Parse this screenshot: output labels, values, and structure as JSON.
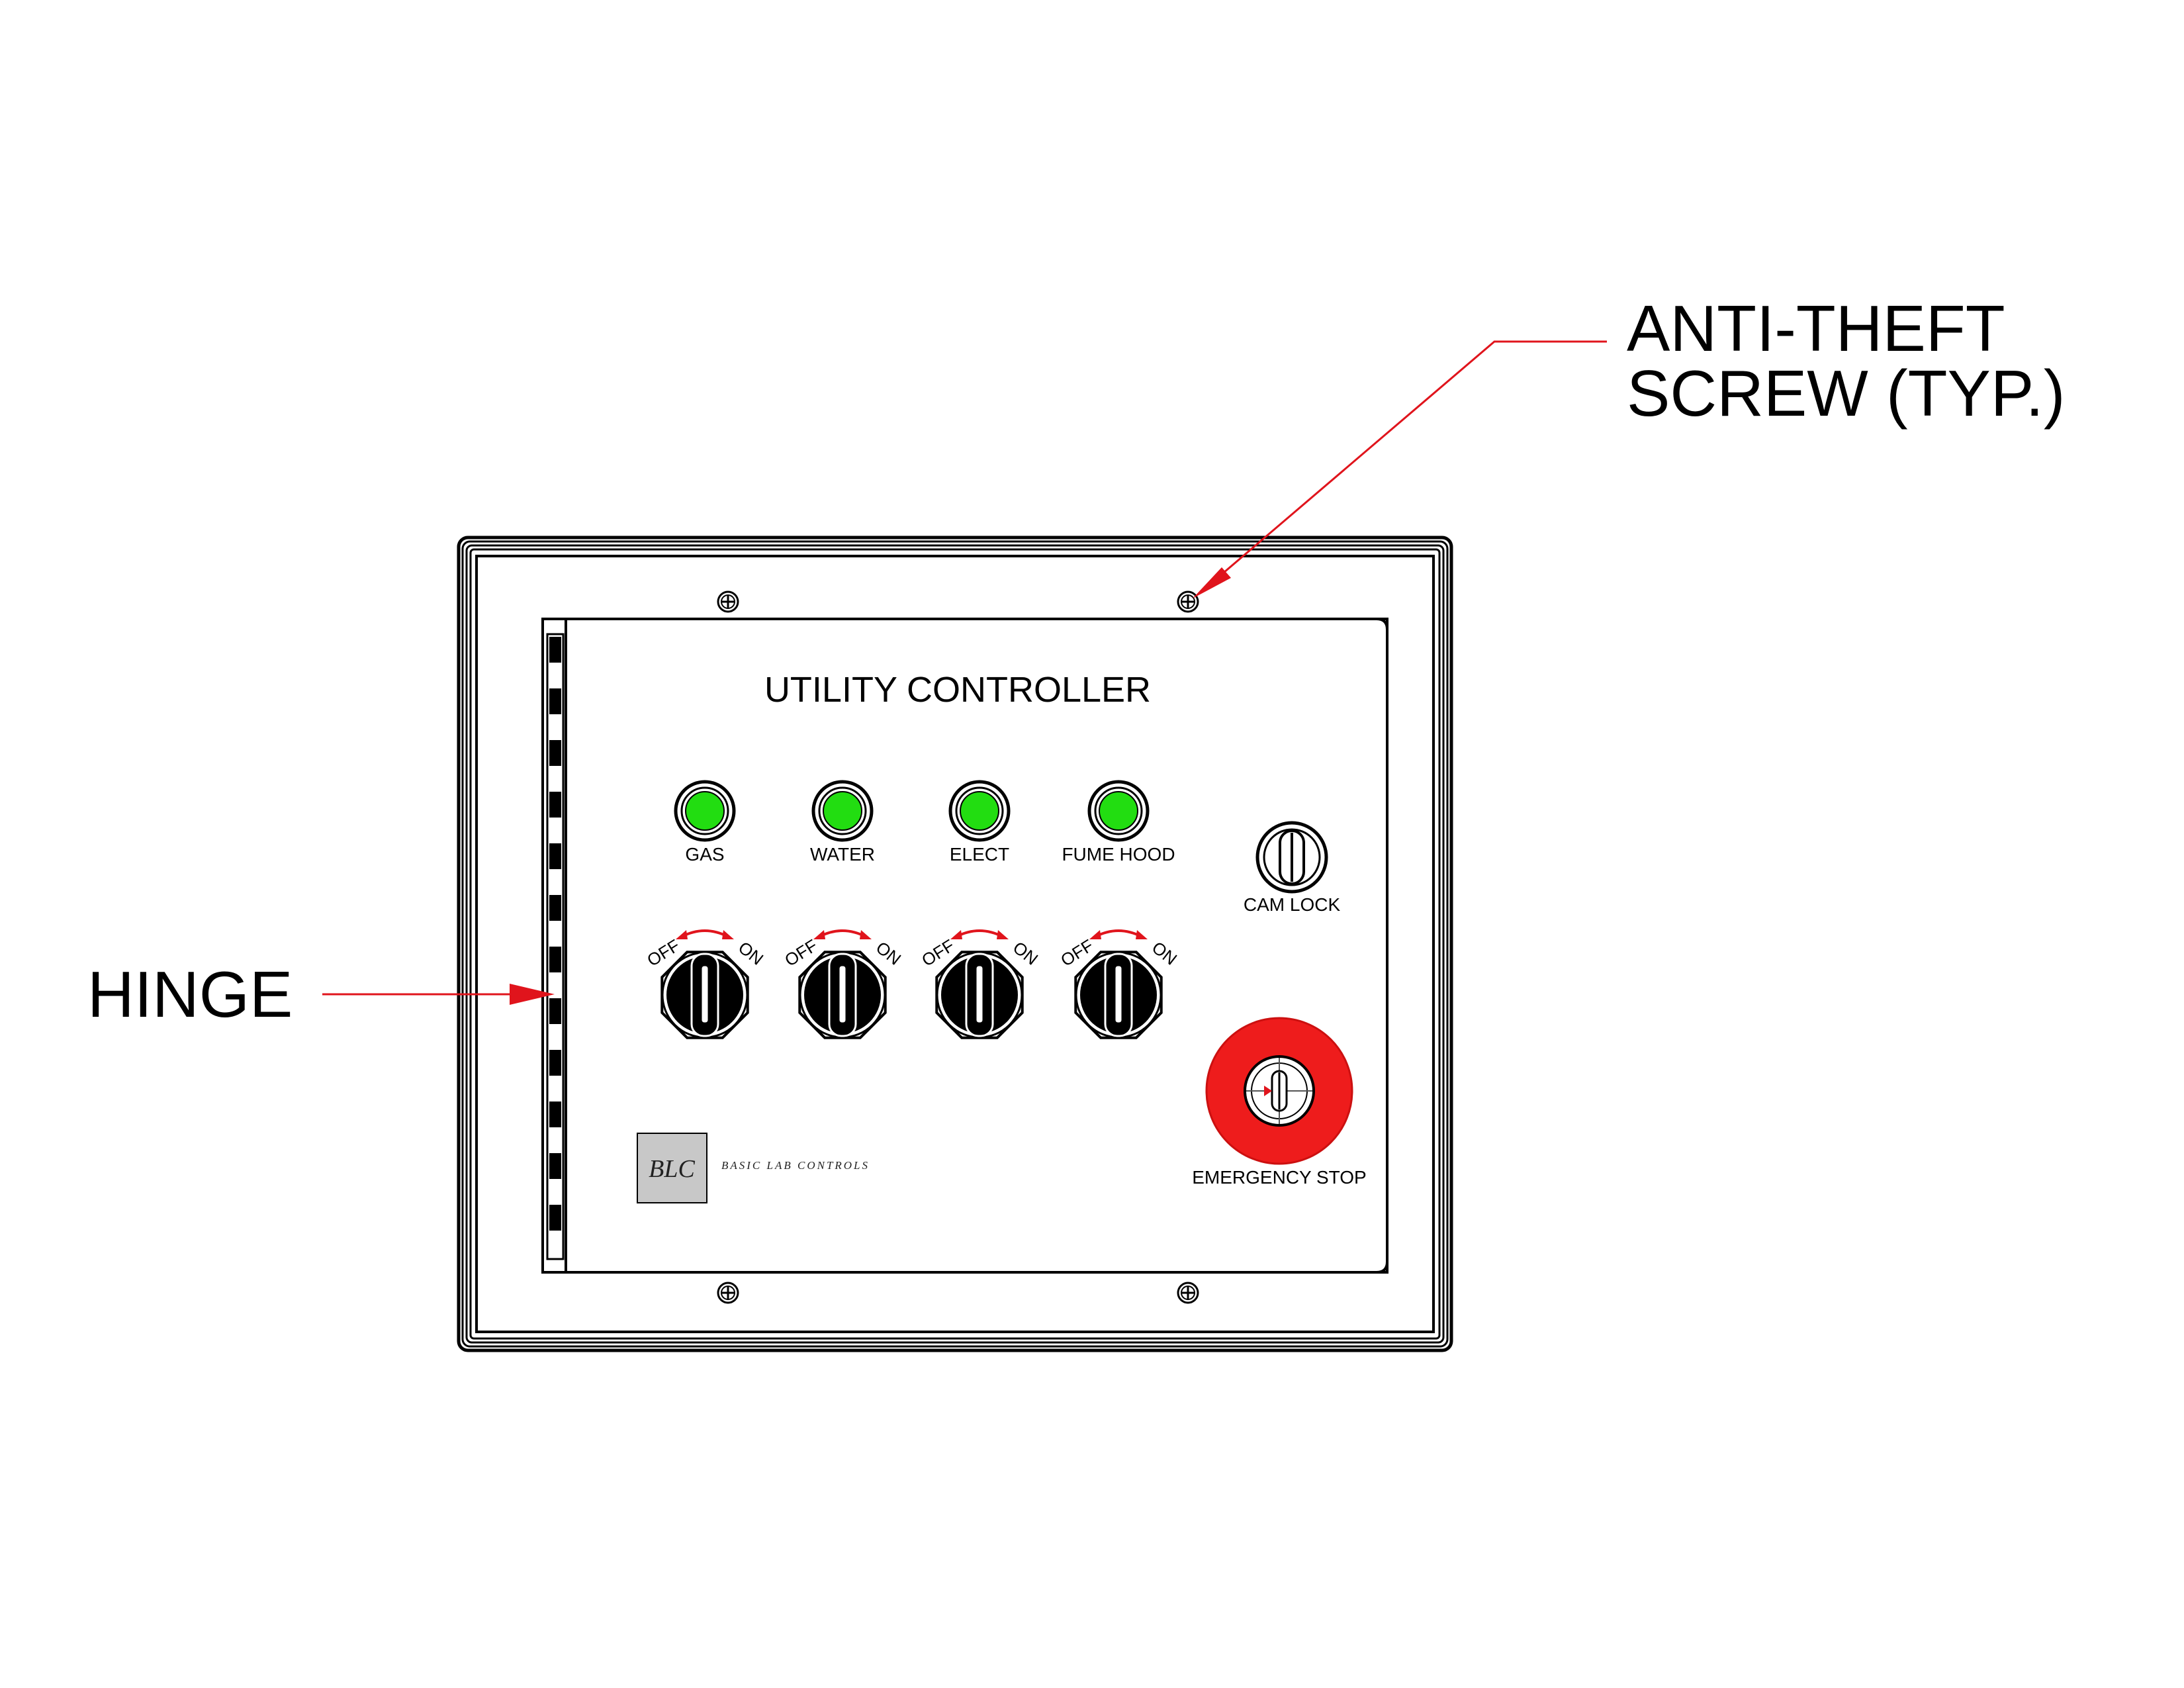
{
  "callouts": {
    "screw_line1": "ANTI-THEFT",
    "screw_line2": "SCREW (TYP.)",
    "hinge": "HINGE"
  },
  "panel": {
    "title": "UTILITY CONTROLLER",
    "indicators": [
      {
        "label": "GAS",
        "state": "on"
      },
      {
        "label": "WATER",
        "state": "on"
      },
      {
        "label": "ELECT",
        "state": "on"
      },
      {
        "label": "FUME HOOD",
        "state": "on"
      }
    ],
    "switch_off_label": "OFF",
    "switch_on_label": "ON",
    "cam_lock_label": "CAM LOCK",
    "emergency_stop_label": "EMERGENCY STOP",
    "logo_text": "BLC",
    "brand_text": "BASIC LAB CONTROLS"
  },
  "colors": {
    "indicator_green": "#22dd11",
    "estop_red": "#ee1c1c",
    "callout_red": "#e0141c",
    "logo_fill": "#c8c8c8"
  }
}
